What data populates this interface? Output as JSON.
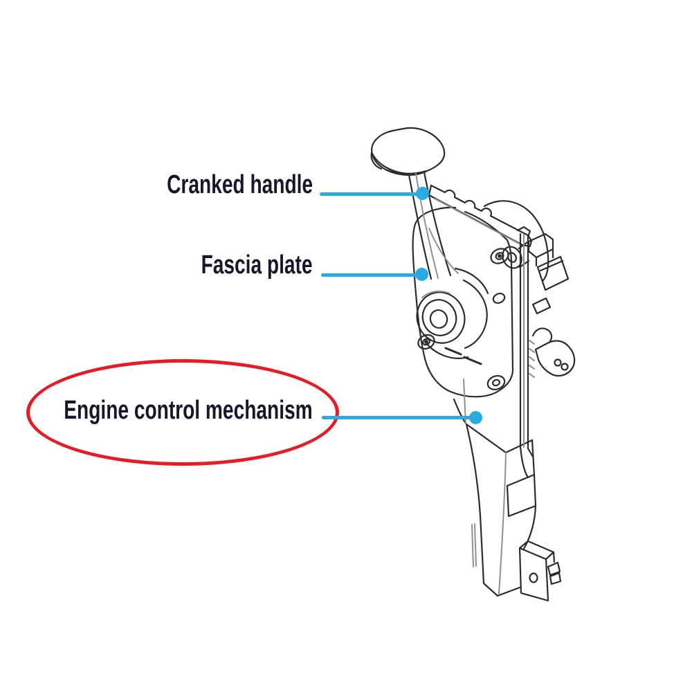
{
  "diagram": {
    "subject": "Isometric line drawing of a single-lever marine engine control",
    "callouts": [
      {
        "id": "cranked_handle",
        "label": "Cranked handle",
        "highlighted": false
      },
      {
        "id": "fascia_plate",
        "label": "Fascia plate",
        "highlighted": false
      },
      {
        "id": "engine_control_mechanism",
        "label": "Engine control mechanism",
        "highlighted": true
      }
    ],
    "parts": [
      "cranked-handle-knob",
      "control-lever-arm",
      "toothed-adjust-rail",
      "rear-housing-dome",
      "fascia-plate",
      "plate-screws",
      "friction-hub",
      "side-mount-rail",
      "side-brackets",
      "stop-lever",
      "lower-body-column",
      "transom-mounting-bracket"
    ]
  },
  "colors": {
    "background": "#ffffff",
    "leader_line": "#29abe2",
    "highlight_ellipse": "#e51b26",
    "label_text": "#18162a",
    "drawing_stroke": "#2b2b2b",
    "drawing_stroke_light": "#8f8f8f"
  }
}
